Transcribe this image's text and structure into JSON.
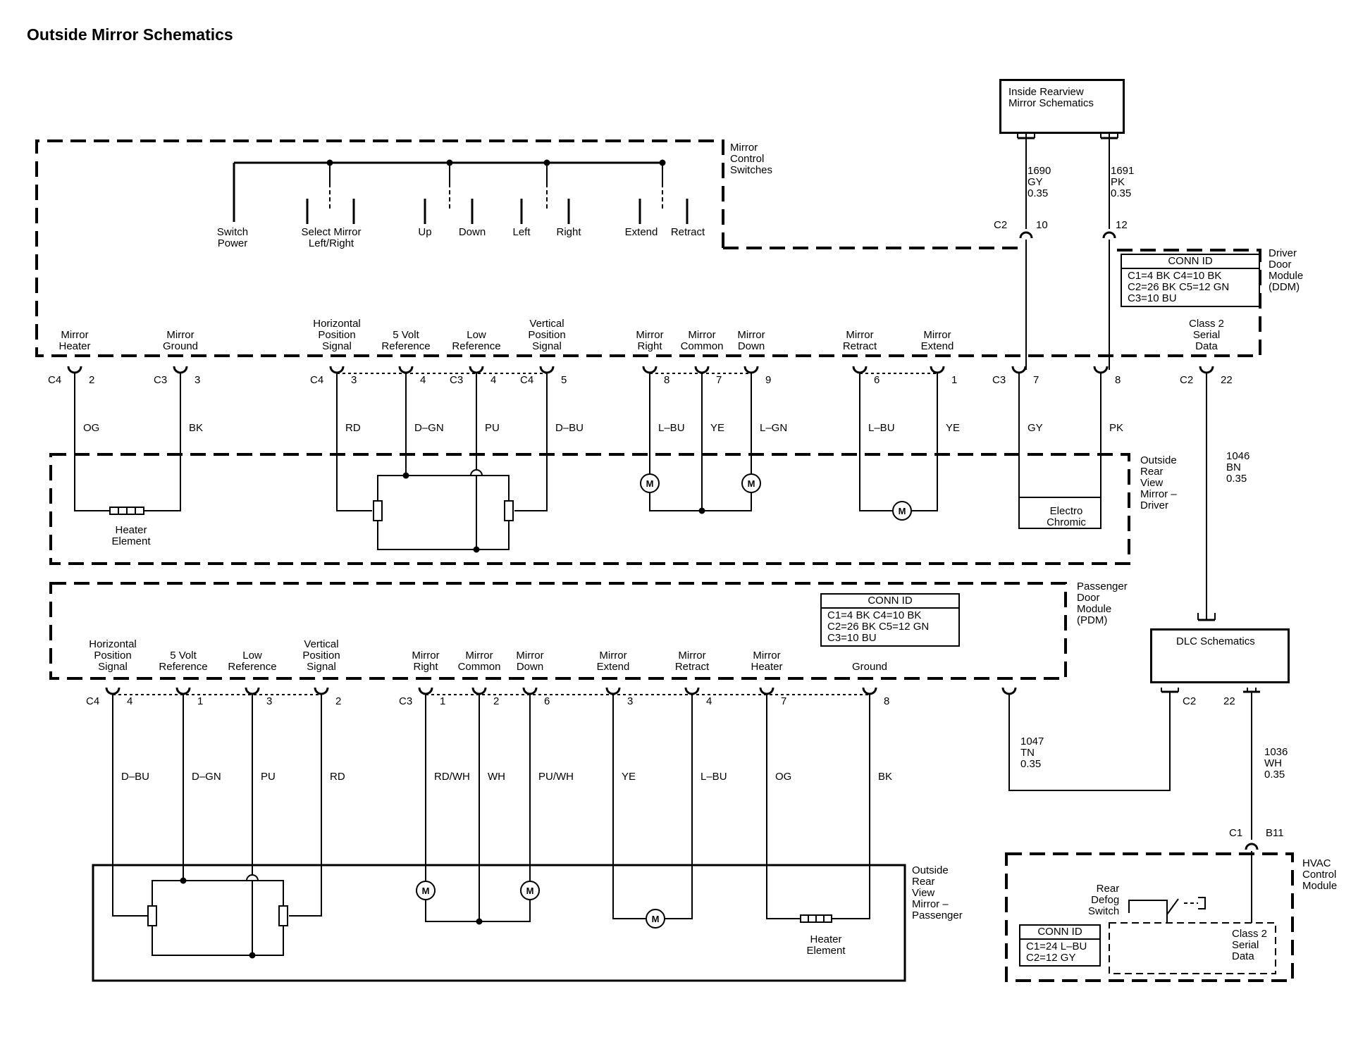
{
  "title": "Outside Mirror Schematics",
  "top": {
    "inside_rearview": "Inside Rearview\nMirror Schematics",
    "wire_1690": "1690\nGY\n0.35",
    "wire_1691": "1691\nPK\n0.35",
    "c2": "C2",
    "pin10": "10",
    "pin12": "12"
  },
  "ddm": {
    "mirror_control_switches": "Mirror\nControl\nSwitches",
    "module_label": "Driver\nDoor\nModule\n(DDM)",
    "switches": {
      "switch_power": "Switch\nPower",
      "select_mirror": "Select Mirror\nLeft/Right",
      "up": "Up",
      "down": "Down",
      "left": "Left",
      "right": "Right",
      "extend": "Extend",
      "retract": "Retract"
    },
    "conn_id": {
      "header": "CONN ID",
      "row1": "C1=4 BK    C4=10 BK",
      "row2": "C2=26 BK  C5=12 GN",
      "row3": "C3=10 BU"
    },
    "pins": [
      {
        "label": "Mirror\nHeater",
        "conn": "C4",
        "pin": "2",
        "wire": "OG"
      },
      {
        "label": "Mirror\nGround",
        "conn": "C3",
        "pin": "3",
        "wire": "BK"
      },
      {
        "label": "Horizontal\nPosition\nSignal",
        "conn": "C4",
        "pin": "3",
        "wire": "RD"
      },
      {
        "label": "5 Volt\nReference",
        "conn": "",
        "pin": "4",
        "wire": "D–GN"
      },
      {
        "label": "Low\nReference",
        "conn": "C3",
        "pin": "4",
        "wire": "PU"
      },
      {
        "label": "Vertical\nPosition\nSignal",
        "conn": "C4",
        "pin": "5",
        "wire": "D–BU"
      },
      {
        "label": "Mirror\nRight",
        "conn": "",
        "pin": "8",
        "wire": "L–BU"
      },
      {
        "label": "Mirror\nCommon",
        "conn": "",
        "pin": "7",
        "wire": "YE"
      },
      {
        "label": "Mirror\nDown",
        "conn": "",
        "pin": "9",
        "wire": "L–GN"
      },
      {
        "label": "Mirror\nRetract",
        "conn": "",
        "pin": "6",
        "wire": "L–BU"
      },
      {
        "label": "Mirror\nExtend",
        "conn": "",
        "pin": "1",
        "wire": "YE"
      },
      {
        "label": "",
        "conn": "C3",
        "pin": "7",
        "wire": "GY"
      },
      {
        "label": "",
        "conn": "",
        "pin": "8",
        "wire": "PK"
      },
      {
        "label": "Class 2\nSerial\nData",
        "conn": "C2",
        "pin": "22",
        "wire": ""
      }
    ]
  },
  "driver_mirror": {
    "label": "Outside\nRear\nView\nMirror –\nDriver",
    "heater": "Heater\nElement",
    "electro": "Electro\nChromic",
    "wire_1046": "1046\nBN\n0.35"
  },
  "pdm": {
    "module_label": "Passenger\nDoor\nModule\n(PDM)",
    "conn_id": {
      "header": "CONN ID",
      "row1": "C1=4 BK    C4=10 BK",
      "row2": "C2=26 BK  C5=12 GN",
      "row3": "C3=10 BU"
    },
    "pins": [
      {
        "label": "Horizontal\nPosition\nSignal",
        "conn": "C4",
        "pin": "4",
        "wire": "D–BU"
      },
      {
        "label": "5 Volt\nReference",
        "conn": "",
        "pin": "1",
        "wire": "D–GN"
      },
      {
        "label": "Low\nReference",
        "conn": "",
        "pin": "3",
        "wire": "PU"
      },
      {
        "label": "Vertical\nPosition\nSignal",
        "conn": "",
        "pin": "2",
        "wire": "RD"
      },
      {
        "label": "Mirror\nRight",
        "conn": "C3",
        "pin": "1",
        "wire": "RD/WH"
      },
      {
        "label": "Mirror\nCommon",
        "conn": "",
        "pin": "2",
        "wire": "WH"
      },
      {
        "label": "Mirror\nDown",
        "conn": "",
        "pin": "6",
        "wire": "PU/WH"
      },
      {
        "label": "Mirror\nExtend",
        "conn": "",
        "pin": "3",
        "wire": "YE"
      },
      {
        "label": "Mirror\nRetract",
        "conn": "",
        "pin": "4",
        "wire": "L–BU"
      },
      {
        "label": "Mirror\nHeater",
        "conn": "",
        "pin": "7",
        "wire": "OG"
      },
      {
        "label": "Ground",
        "conn": "",
        "pin": "8",
        "wire": "BK"
      },
      {
        "label": "Class 2\nSerial\nData",
        "conn": "C2",
        "pin": "22",
        "wire": ""
      }
    ]
  },
  "passenger_mirror": {
    "label": "Outside\nRear\nView\nMirror –\nPassenger",
    "heater": "Heater\nElement"
  },
  "dlc": {
    "label": "DLC Schematics",
    "wire_1047": "1047\nTN\n0.35",
    "wire_1036": "1036\nWH\n0.35"
  },
  "hvac": {
    "label": "HVAC\nControl\nModule",
    "c1": "C1",
    "b11": "B11",
    "rear_defog": "Rear\nDefog\nSwitch",
    "class2": "Class 2\nSerial\nData",
    "conn_id": {
      "header": "CONN ID",
      "row1": "C1=24 L–BU",
      "row2": "C2=12 GY"
    }
  }
}
